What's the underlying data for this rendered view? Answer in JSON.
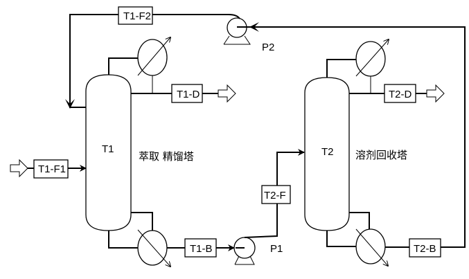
{
  "diagram": {
    "columns": [
      {
        "id": "T1",
        "label": "T1",
        "description": "萃取 精馏塔"
      },
      {
        "id": "T2",
        "label": "T2",
        "description": "溶剂回收塔"
      }
    ],
    "pumps": [
      {
        "id": "P1",
        "label": "P1"
      },
      {
        "id": "P2",
        "label": "P2"
      }
    ],
    "streams": {
      "t1_f1": "T1-F1",
      "t1_f2": "T1-F2",
      "t1_d": "T1-D",
      "t1_b": "T1-B",
      "t2_f": "T2-F",
      "t2_d": "T2-D",
      "t2_b": "T2-B"
    }
  }
}
